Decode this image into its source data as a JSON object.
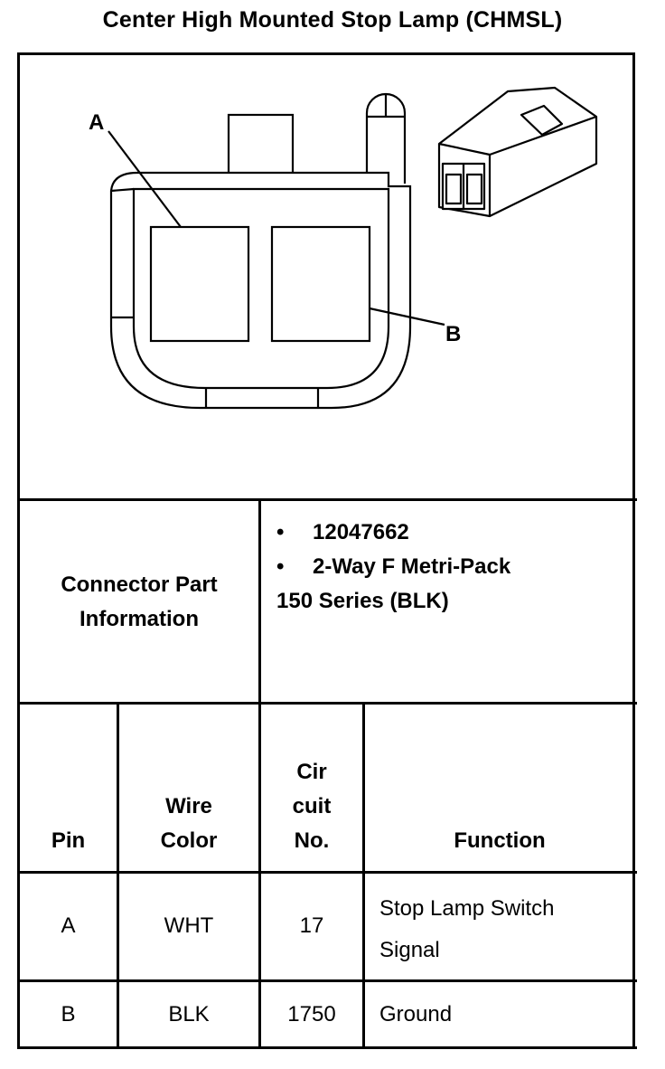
{
  "title": "Center High Mounted Stop Lamp (CHMSL)",
  "diagram": {
    "label_a": "A",
    "label_b": "B"
  },
  "connector": {
    "header_line1": "Connector Part",
    "header_line2": "Information",
    "bullet": "•",
    "part_number": "12047662",
    "type_line1": "2-Way F Metri-Pack",
    "type_line2": "150 Series (BLK)"
  },
  "table": {
    "headers": {
      "pin": "Pin",
      "wire_color_1": "Wire",
      "wire_color_2": "Color",
      "circuit_1": "Cir",
      "circuit_2": "cuit",
      "circuit_3": "No.",
      "function": "Function"
    },
    "rows": [
      {
        "pin": "A",
        "wire_color": "WHT",
        "circuit": "17",
        "function_1": "Stop Lamp Switch",
        "function_2": "Signal"
      },
      {
        "pin": "B",
        "wire_color": "BLK",
        "circuit": "1750",
        "function_1": "Ground",
        "function_2": ""
      }
    ]
  }
}
